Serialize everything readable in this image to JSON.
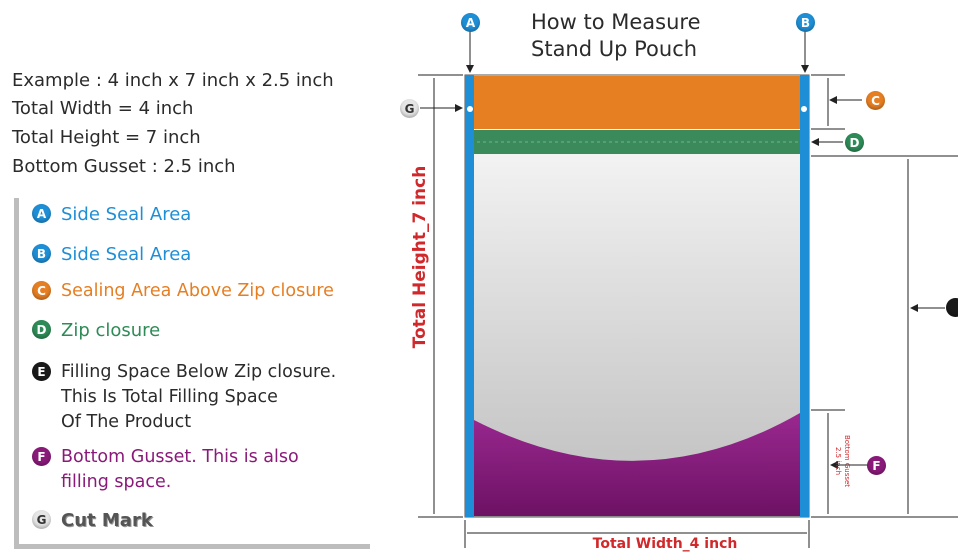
{
  "title": {
    "line1": "How to Measure",
    "line2": "Stand Up Pouch"
  },
  "specs": [
    "Example : 4 inch x 7 inch x 2.5 inch",
    "Total Width = 4 inch",
    "Total Height = 7 inch",
    "Bottom Gusset : 2.5 inch"
  ],
  "legend": [
    {
      "letter": "A",
      "text": "Side Seal Area",
      "badge_color": "#1e8fd6",
      "text_color": "#1e8fd6"
    },
    {
      "letter": "B",
      "text": "Side Seal Area",
      "badge_color": "#1e8fd6",
      "text_color": "#1e8fd6"
    },
    {
      "letter": "C",
      "text": "Sealing Area Above Zip closure",
      "badge_color": "#e67e22",
      "text_color": "#e67e22"
    },
    {
      "letter": "D",
      "text": "Zip closure",
      "badge_color": "#2e8b57",
      "text_color": "#2e8b57"
    },
    {
      "letter": "E",
      "text": "Filling Space Below Zip closure.\nThis Is Total Filling Space\nOf The Product",
      "badge_color": "#1a1a1a",
      "text_color": "#2b2b2b"
    },
    {
      "letter": "F",
      "text": "Bottom Gusset. This is also\nfilling space.",
      "badge_color": "#8a1a7a",
      "text_color": "#8a1a7a"
    },
    {
      "letter": "G",
      "text": "Cut Mark",
      "badge_color": "#e6e6e6",
      "text_color": "#555555"
    }
  ],
  "labels": {
    "total_height": "Total Height_7 inch",
    "total_width": "Total Width_4 inch",
    "bottom_gusset": "Bottom Gusset",
    "gusset_value": "2.5 inch",
    "marker_a": "A",
    "marker_b": "B",
    "marker_c": "C",
    "marker_d": "D",
    "marker_f": "F",
    "marker_g": "G"
  },
  "colors": {
    "side_seal": "#1e8fd6",
    "top_seal": "#e67e22",
    "zip": "#3a8a5c",
    "gusset": "#8a1a7a",
    "dimension_red": "#d0282b",
    "legend_bar": "#bdbdbd"
  }
}
